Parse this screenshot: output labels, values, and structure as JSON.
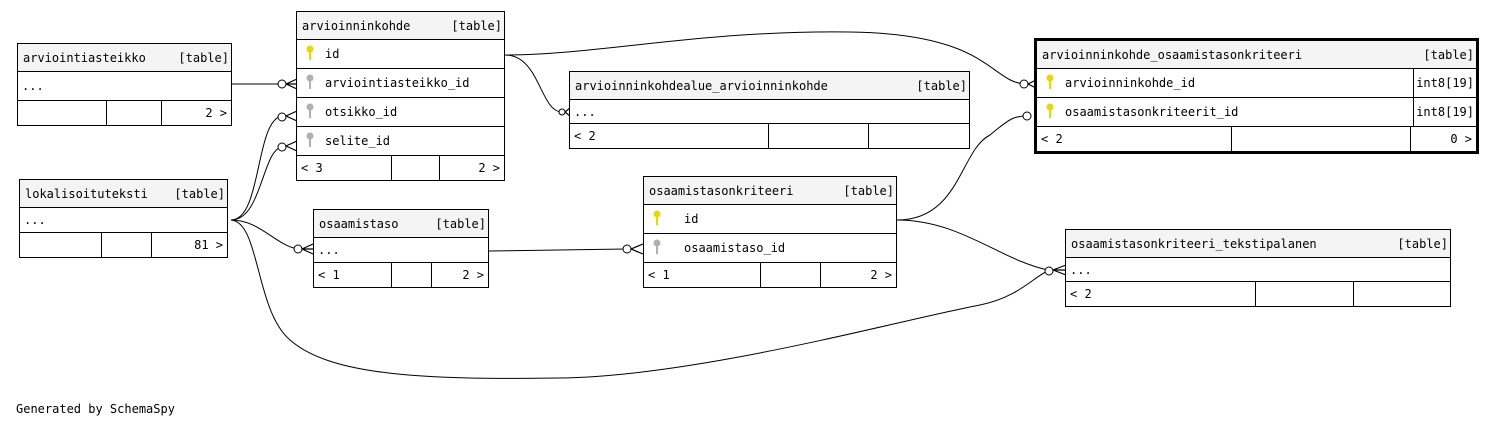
{
  "tables": {
    "arviointiasteikko": {
      "name": "arviointiasteikko",
      "kind": "[table]",
      "rows": [
        "..."
      ],
      "footer": [
        "",
        "",
        "2 >"
      ]
    },
    "arvioinninkohde": {
      "name": "arvioinninkohde",
      "kind": "[table]",
      "columns": [
        {
          "name": "id",
          "key": "primary"
        },
        {
          "name": "arviointiasteikko_id",
          "key": "foreign"
        },
        {
          "name": "otsikko_id",
          "key": "foreign"
        },
        {
          "name": "selite_id",
          "key": "foreign"
        }
      ],
      "footer": [
        "< 3",
        "",
        "2 >"
      ]
    },
    "lokalisoituteksti": {
      "name": "lokalisoituteksti",
      "kind": "[table]",
      "rows": [
        "..."
      ],
      "footer": [
        "",
        "",
        "81 >"
      ]
    },
    "osaamistaso": {
      "name": "osaamistaso",
      "kind": "[table]",
      "rows": [
        "..."
      ],
      "footer": [
        "< 1",
        "",
        "2 >"
      ]
    },
    "arvioinninkohdealue_arvioinninkohde": {
      "name": "arvioinninkohdealue_arvioinninkohde",
      "kind": "[table]",
      "rows": [
        "..."
      ],
      "footer": [
        "< 2",
        "",
        ""
      ]
    },
    "osaamistasonkriteeri": {
      "name": "osaamistasonkriteeri",
      "kind": "[table]",
      "columns": [
        {
          "name": "id",
          "key": "primary"
        },
        {
          "name": "osaamistaso_id",
          "key": "foreign"
        }
      ],
      "footer": [
        "< 1",
        "",
        "2 >"
      ]
    },
    "arvioinninkohde_osaamistasonkriteeri": {
      "name": "arvioinninkohde_osaamistasonkriteeri",
      "kind": "[table]",
      "columns": [
        {
          "name": "arvioinninkohde_id",
          "key": "primary",
          "type": "int8[19]"
        },
        {
          "name": "osaamistasonkriteerit_id",
          "key": "primary",
          "type": "int8[19]"
        }
      ],
      "footer": [
        "< 2",
        "",
        "0 >"
      ]
    },
    "osaamistasonkriteeri_tekstipalanen": {
      "name": "osaamistasonkriteeri_tekstipalanen",
      "kind": "[table]",
      "rows": [
        "..."
      ],
      "footer": [
        "< 2",
        "",
        ""
      ]
    }
  },
  "colors": {
    "primary_key": "#e8d800",
    "foreign_key": "#b0b0b0",
    "header_bg": "#f4f4f4"
  },
  "footer_text": "Generated by SchemaSpy"
}
